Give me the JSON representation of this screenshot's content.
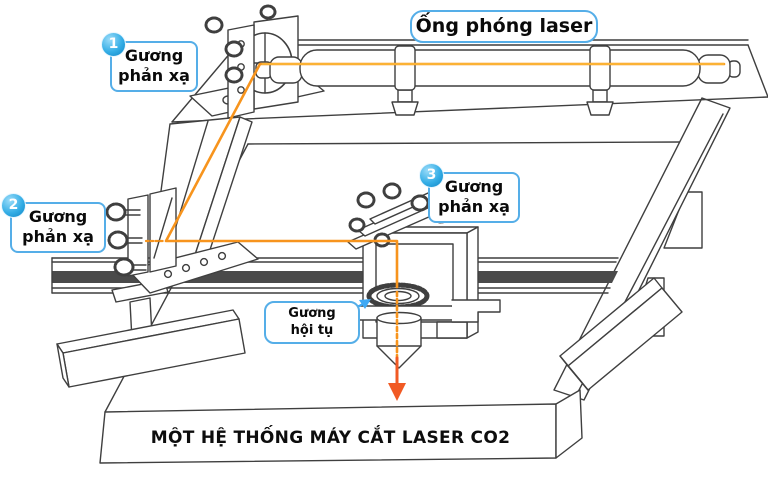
{
  "labels": {
    "tube": {
      "text": "Ống phóng laser"
    },
    "mirror1": {
      "number": "1",
      "line1": "Gương",
      "line2": "phản xạ"
    },
    "mirror2": {
      "number": "2",
      "line1": "Gương",
      "line2": "phản xạ"
    },
    "mirror3": {
      "number": "3",
      "line1": "Gương",
      "line2": "phản xạ"
    },
    "lens": {
      "line1": "Gương",
      "line2": "hội tụ"
    }
  },
  "caption": {
    "text": "MỘT HỆ THỐNG MÁY CẮT LASER CO2"
  },
  "colors": {
    "label_border_blue": "#55aee8",
    "badge_blue": "#1793d3",
    "beam_orange": "#f7941d",
    "beam_core_yellow": "#ffd04a",
    "arrow_orange_red": "#f15a24",
    "leader_blue": "#3fa9f5",
    "line_art_gray": "#3f3f3f",
    "rail_dark": "#4a4a4a"
  }
}
